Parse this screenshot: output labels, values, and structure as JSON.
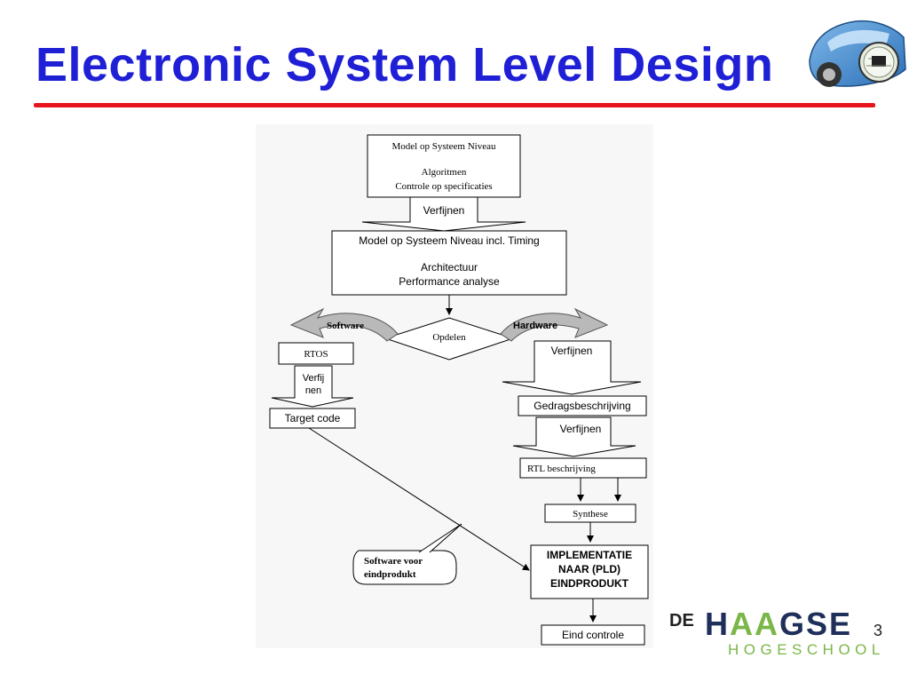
{
  "slide": {
    "title": "Electronic System Level Design",
    "page_number": "3"
  },
  "colors": {
    "title": "#1f1fd6",
    "rule": "#e8141c",
    "logo_dark": "#1e2f5a",
    "logo_green": "#7ab648"
  },
  "logo": {
    "prefix": "DE",
    "word_dark": "H",
    "word_mid": "AA",
    "word_end": "GSE",
    "subtitle": "HOGESCHOOL"
  },
  "diagram": {
    "box1": {
      "line1": "Model op Systeem Niveau",
      "line2": "Algoritmen",
      "line3": "Controle op specificaties"
    },
    "arrow1_label": "Verfijnen",
    "box2": {
      "line1": "Model op Systeem Niveau incl. Timing",
      "line2": "Architectuur",
      "line3": "Performance analyse"
    },
    "decision_label": "Opdelen",
    "software_label": "Software",
    "hardware_label": "Hardware",
    "rtos_label": "RTOS",
    "sw_refine_line1": "Verfij",
    "sw_refine_line2": "nen",
    "target_code_label": "Target code",
    "hw_refine1_label": "Verfijnen",
    "behaviour_label": "Gedragsbeschrijving",
    "hw_refine2_label": "Verfijnen",
    "rtl_label": "RTL beschrijving",
    "synthesis_label": "Synthese",
    "impl_line1": "IMPLEMENTATIE",
    "impl_line2": "NAAR (PLD)",
    "impl_line3": "EINDPRODUKT",
    "callout_line1": "Software voor",
    "callout_line2": "eindprodukt",
    "final_label": "Eind controle"
  }
}
